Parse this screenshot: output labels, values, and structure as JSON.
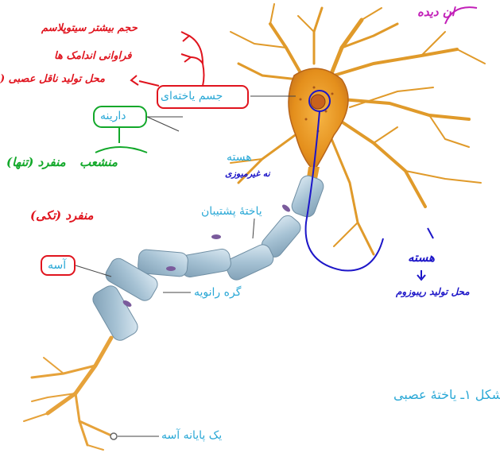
{
  "labels": {
    "cell_body": "جسم یاخته‌ای",
    "dendrite": "دارینه",
    "nucleus": "هسته",
    "schwann_cell": "یاختهٔ پشتیبان",
    "axon": "آسه",
    "node": "گره رانویه",
    "axon_terminal": "یک پایانه آسه"
  },
  "caption": "شکل ۱ـ یاختهٔ عصبی",
  "annotations": {
    "red_top_1": "حجم بیشتر سیتوپلاسم",
    "red_top_2": "فراوانی اندامک ها",
    "red_top_3": "محل تولید ناقل عصبی (",
    "top_right_purple": "ان دیده",
    "green_1": "منشعب",
    "green_2": "منفرد (تنها)",
    "red_mid": "منفرد (تکی)",
    "blue_nucleus_note": "نه غیرمیوزی",
    "blue_right_1": "هسته",
    "blue_right_2": "محل تولید ریبوزوم"
  },
  "colors": {
    "label_blue": "#2aa8d6",
    "ink_red": "#e0141e",
    "ink_green": "#12a82a",
    "ink_blue": "#1d16c8",
    "cell_body": "#e89a1f",
    "axon": "#a9c4d6"
  }
}
